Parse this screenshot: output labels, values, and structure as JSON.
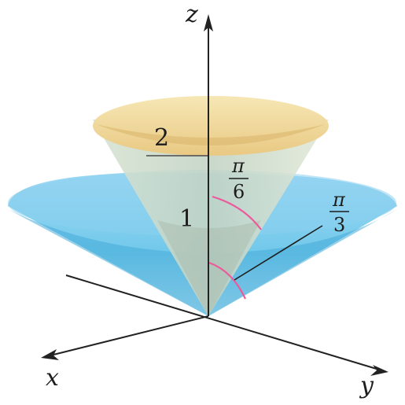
{
  "axes": {
    "x": "x",
    "y": "y",
    "z": "z"
  },
  "regions": {
    "upper_cone": "2",
    "lower_cone": "1"
  },
  "angles": {
    "inner": {
      "numerator": "π",
      "denominator": "6"
    },
    "outer": {
      "numerator": "π",
      "denominator": "3"
    }
  },
  "colors": {
    "wide_cone": "#4fb6e0",
    "narrow_cone_top": "#f4dd9a",
    "narrow_cone_body": "#c9d7c8",
    "angle_arc": "#ec5a9c",
    "axis": "#222222"
  }
}
